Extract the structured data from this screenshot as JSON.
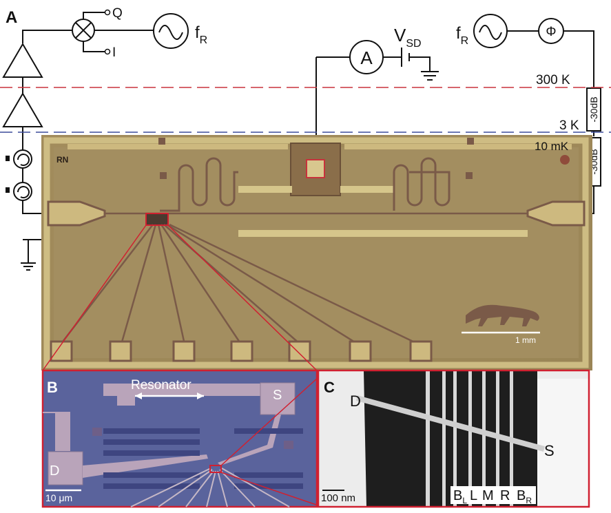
{
  "panels": {
    "a": "A",
    "b": "B",
    "c": "C"
  },
  "circuit": {
    "mixer_q": "Q",
    "mixer_i": "I",
    "source_left_f": "f",
    "source_left_sub": "R",
    "ammeter": "A",
    "vsd_main": "V",
    "vsd_sub": "SD",
    "source_right_f": "f",
    "source_right_sub": "R",
    "phase": "Φ",
    "atten_top": "-30dB",
    "atten_bottom": "-30dB"
  },
  "temperatures": {
    "t300": "300 K",
    "t3": "3 K",
    "t10m": "10 mK"
  },
  "chip": {
    "scale": "1 mm",
    "corner_mark": "RN"
  },
  "panel_b": {
    "resonator": "Resonator",
    "s": "S",
    "d": "D",
    "scale": "10 μm"
  },
  "panel_c": {
    "d": "D",
    "s": "S",
    "scale": "100 nm",
    "gates": [
      {
        "main": "B",
        "sub": "L"
      },
      {
        "main": "L",
        "sub": ""
      },
      {
        "main": "M",
        "sub": ""
      },
      {
        "main": "R",
        "sub": ""
      },
      {
        "main": "B",
        "sub": "R"
      }
    ]
  },
  "colors": {
    "red_line": "#c8323c",
    "blue_line": "#3b4a9a",
    "chip_bg": "#a08a5c",
    "chip_border": "#d8c98c",
    "panel_b_bg": "#5a639c",
    "zoom_red": "#d02030"
  }
}
